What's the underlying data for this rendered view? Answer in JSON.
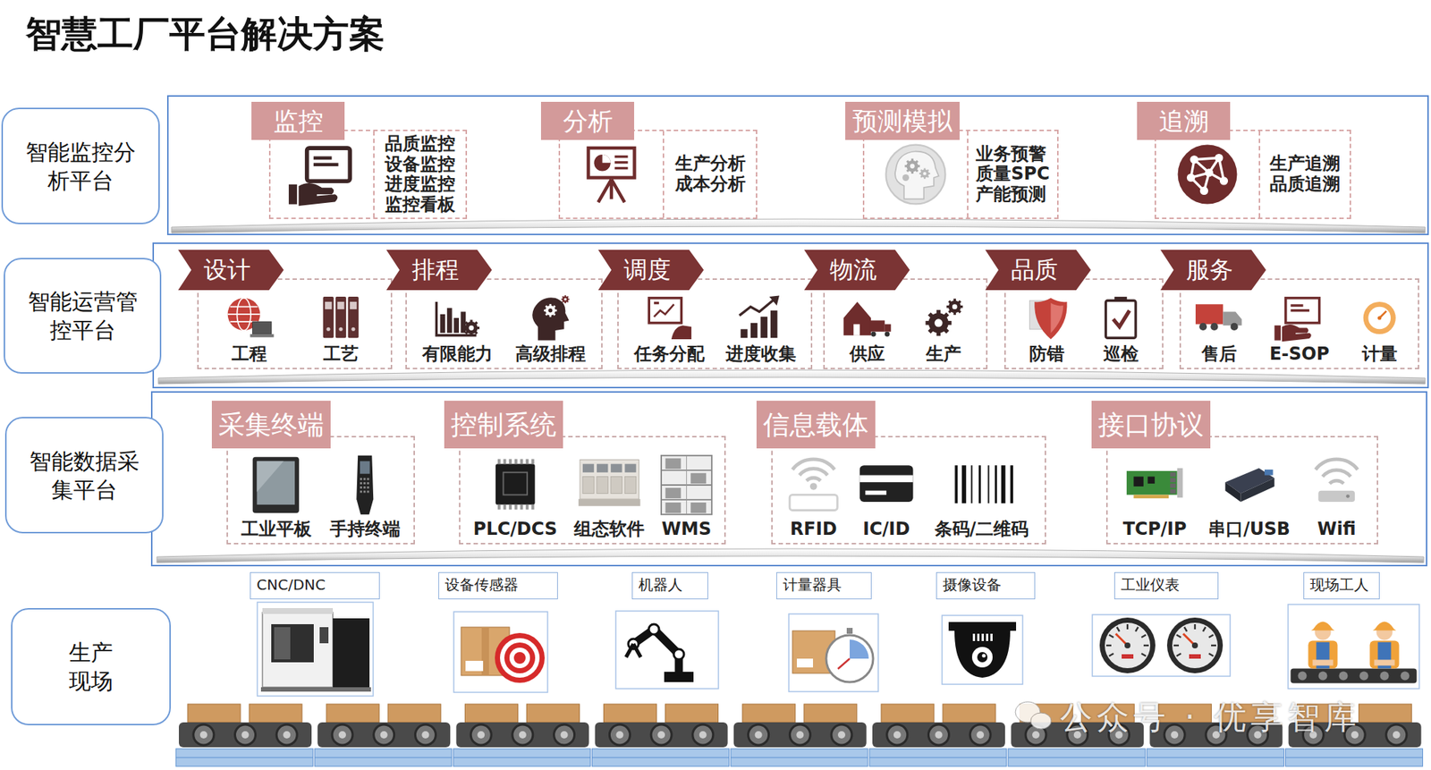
{
  "diagram": {
    "title": "智慧工厂平台解决方案",
    "nodes": [
      {
        "text": [
          "智能监控分析平台"
        ]
      },
      {
        "text": [
          "监控",
          "品质监控 设备监控 进度监控 监控看板"
        ]
      },
      {
        "text": [
          "分析",
          "生产分析 成本分析"
        ]
      },
      {
        "text": [
          "预测模拟",
          "业务预警 质量SPC 产能预测"
        ]
      },
      {
        "text": [
          "追溯",
          "生产追溯 品质追溯"
        ]
      },
      {
        "text": [
          "智能运营管控平台"
        ]
      },
      {
        "text": [
          "设计",
          "工程",
          "工艺"
        ]
      },
      {
        "text": [
          "排程",
          "有限能力",
          "高级排程"
        ]
      },
      {
        "text": [
          "调度",
          "任务分配",
          "进度收集"
        ]
      },
      {
        "text": [
          "物流",
          "供应",
          "生产"
        ]
      },
      {
        "text": [
          "品质",
          "防错",
          "巡检"
        ]
      },
      {
        "text": [
          "服务",
          "售后",
          "E-SOP",
          "计量"
        ]
      },
      {
        "text": [
          "智能数据采集平台"
        ]
      },
      {
        "text": [
          "采集终端",
          "工业平板",
          "手持终端"
        ]
      },
      {
        "text": [
          "控制系统",
          "PLC/DCS",
          "组态软件",
          "WMS"
        ]
      },
      {
        "text": [
          "信息载体",
          "RFID",
          "IC/ID",
          "条码/二维码"
        ]
      },
      {
        "text": [
          "接口协议",
          "TCP/IP",
          "串口/USB",
          "Wifi"
        ]
      },
      {
        "text": [
          "生产现场"
        ]
      },
      {
        "text": [
          "CNC/DNC"
        ]
      },
      {
        "text": [
          "设备传感器"
        ]
      },
      {
        "text": [
          "机器人"
        ]
      },
      {
        "text": [
          "计量器具"
        ]
      },
      {
        "text": [
          "摄像设备"
        ]
      },
      {
        "text": [
          "工业仪表"
        ]
      },
      {
        "text": [
          "现场工人"
        ]
      }
    ],
    "labels": [
      "公众号 · 优享智库"
    ]
  }
}
